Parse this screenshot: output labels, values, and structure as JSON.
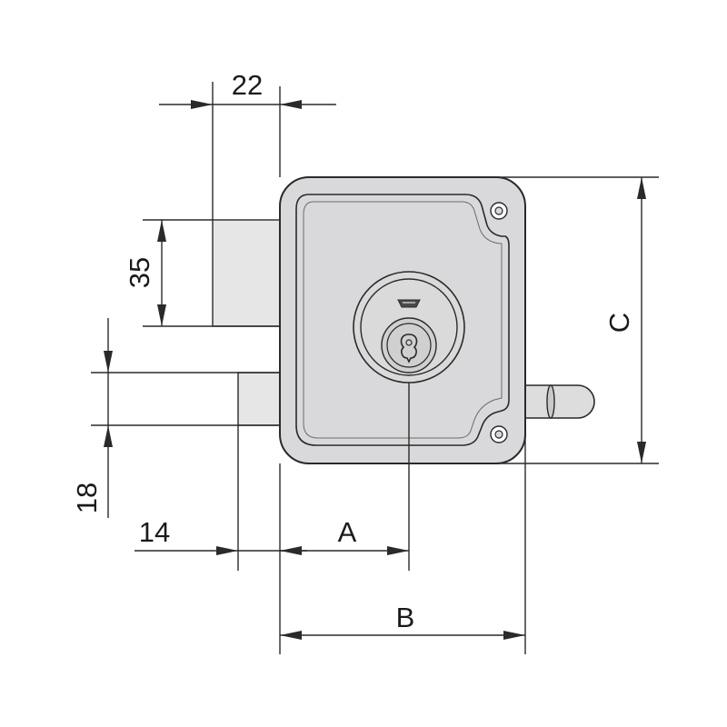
{
  "dimensions": {
    "d22": "22",
    "d35": "35",
    "d18": "18",
    "d14": "14",
    "a": "A",
    "b": "B",
    "c": "C"
  },
  "colors": {
    "line": "#2a2a2a",
    "body_fill": "#d9d9db",
    "bolt_fill": "#e6e6e6",
    "cylinder_fill": "#dddddd",
    "text": "#1a1a1a"
  },
  "icons": {
    "brand": "brand-logo-icon",
    "keyhole": "keyhole-icon"
  }
}
